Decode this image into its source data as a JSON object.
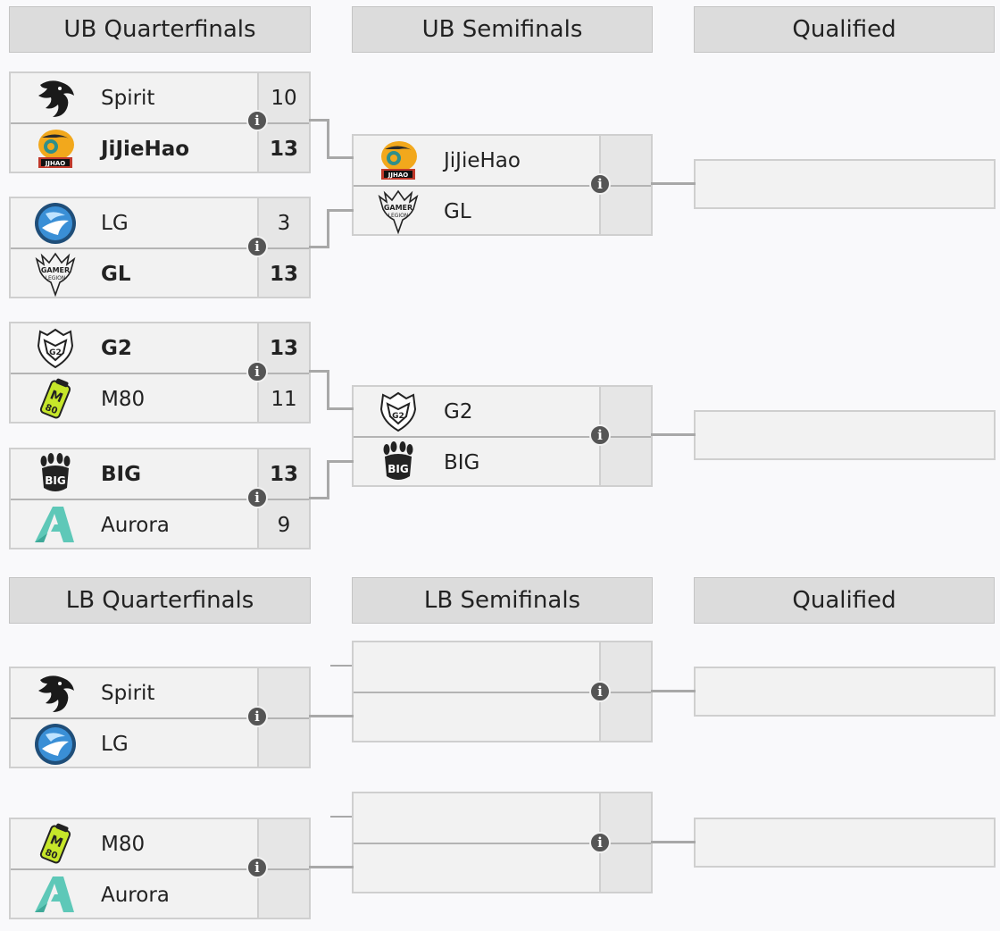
{
  "headers": {
    "ub_quarterfinals": "UB Quarterfinals",
    "ub_semifinals": "UB Semifinals",
    "ub_qualified": "Qualified",
    "lb_quarterfinals": "LB Quarterfinals",
    "lb_semifinals": "LB Semifinals",
    "lb_qualified": "Qualified"
  },
  "ub_quarterfinals": [
    {
      "team1": {
        "name": "Spirit",
        "score": "10",
        "logo": "spirit-dragon-logo"
      },
      "team2": {
        "name": "JiJieHao",
        "score": "13",
        "logo": "jijiehao-tiger-logo"
      },
      "winner": 2
    },
    {
      "team1": {
        "name": "LG",
        "score": "3",
        "logo": "lg-globe-logo"
      },
      "team2": {
        "name": "GL",
        "score": "13",
        "logo": "gl-gamerlegion-logo"
      },
      "winner": 2
    },
    {
      "team1": {
        "name": "G2",
        "score": "13",
        "logo": "g2-samurai-logo"
      },
      "team2": {
        "name": "M80",
        "score": "11",
        "logo": "m80-can-logo"
      },
      "winner": 1
    },
    {
      "team1": {
        "name": "BIG",
        "score": "13",
        "logo": "big-paw-logo"
      },
      "team2": {
        "name": "Aurora",
        "score": "9",
        "logo": "aurora-a-logo"
      },
      "winner": 1
    }
  ],
  "ub_semifinals": [
    {
      "team1": {
        "name": "JiJieHao",
        "score": "",
        "logo": "jijiehao-tiger-logo"
      },
      "team2": {
        "name": "GL",
        "score": "",
        "logo": "gl-gamerlegion-logo"
      }
    },
    {
      "team1": {
        "name": "G2",
        "score": "",
        "logo": "g2-samurai-logo"
      },
      "team2": {
        "name": "BIG",
        "score": "",
        "logo": "big-paw-logo"
      }
    }
  ],
  "lb_quarterfinals": [
    {
      "team1": {
        "name": "Spirit",
        "score": "",
        "logo": "spirit-dragon-logo"
      },
      "team2": {
        "name": "LG",
        "score": "",
        "logo": "lg-globe-logo"
      }
    },
    {
      "team1": {
        "name": "M80",
        "score": "",
        "logo": "m80-can-logo"
      },
      "team2": {
        "name": "Aurora",
        "score": "",
        "logo": "aurora-a-logo"
      }
    }
  ],
  "info_icon": "i",
  "colors": {
    "header_bg": "#dcdcdc",
    "match_bg": "#f2f2f2",
    "score_bg": "#e6e6e6",
    "connector": "#a8a8a8",
    "info_icon": "#555555",
    "page_bg": "#f9f9fb"
  }
}
